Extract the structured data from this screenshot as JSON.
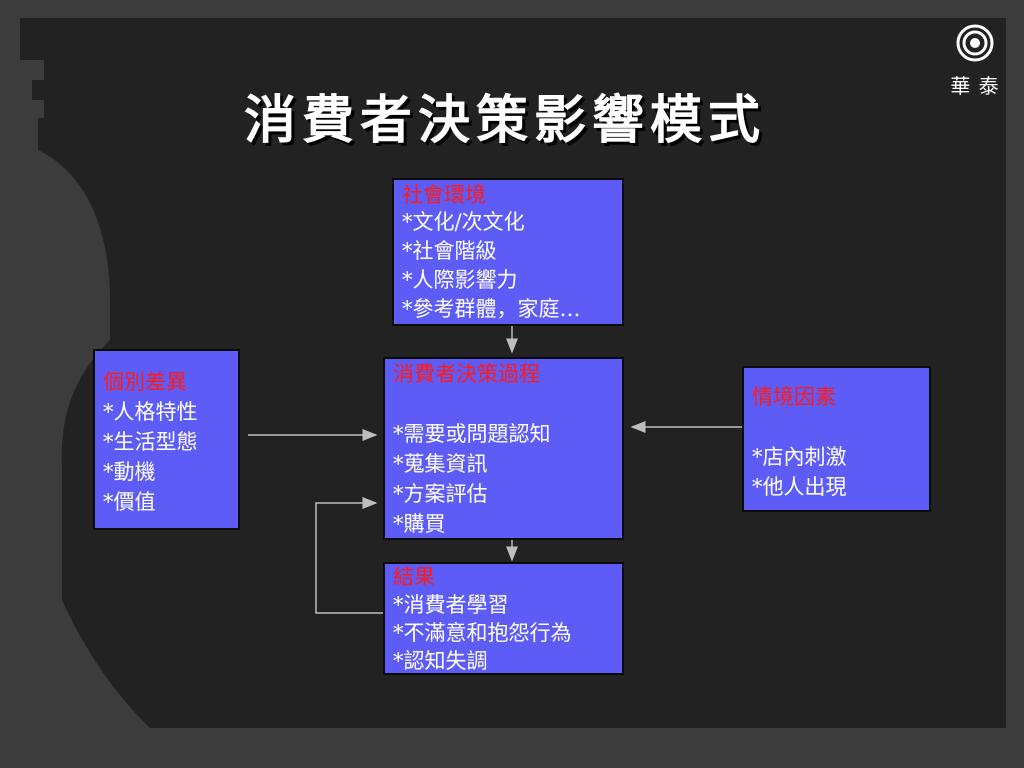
{
  "title": "消費者決策影響模式",
  "logo": {
    "text": "華 泰",
    "icon": "spiral-ring-icon"
  },
  "colors": {
    "box_fill": "#5d5cf6",
    "heading": "#ff1a1a",
    "background": "#232222"
  },
  "boxes": {
    "social": {
      "heading": "社會環境",
      "items": [
        "*文化/次文化",
        "*社會階級",
        "*人際影響力",
        "*參考群體，家庭…"
      ]
    },
    "individual": {
      "heading": "個別差異",
      "items": [
        "*人格特性",
        "*生活型態",
        "*動機",
        "*價值"
      ]
    },
    "process": {
      "heading": "消費者決策過程",
      "items": [
        "*需要或問題認知",
        "*蒐集資訊",
        "*方案評估",
        "*購買"
      ]
    },
    "situation": {
      "heading": "情境因素",
      "items": [
        "*店內刺激",
        "*他人出現"
      ]
    },
    "result": {
      "heading": "結果",
      "items": [
        "*消費者學習",
        "*不滿意和抱怨行為",
        "*認知失調"
      ]
    }
  }
}
